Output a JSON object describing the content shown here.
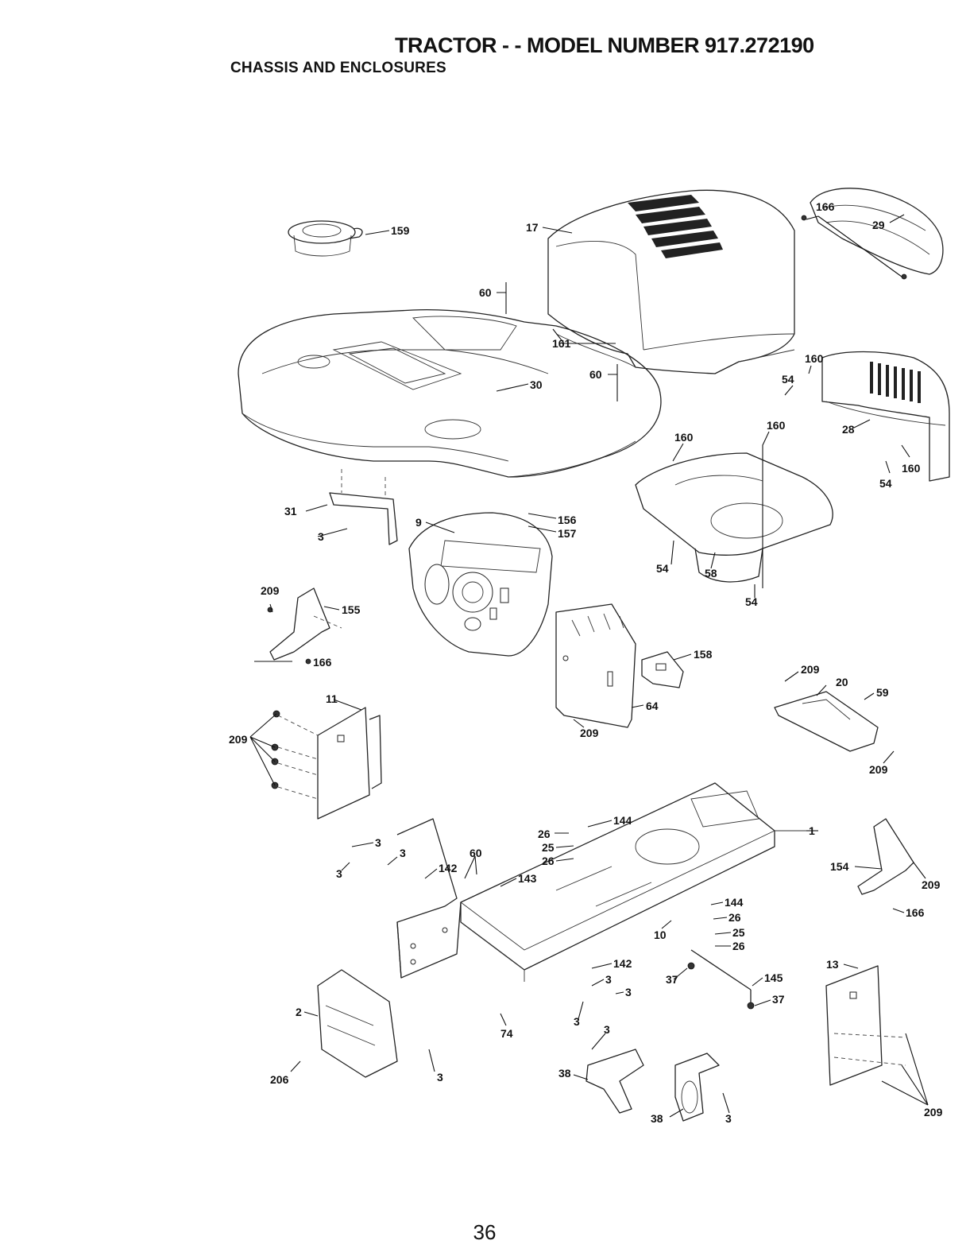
{
  "header": {
    "title": "TRACTOR - - MODEL NUMBER 917.272190",
    "subtitle": "CHASSIS AND ENCLOSURES"
  },
  "page": {
    "number": "36"
  },
  "callouts": {
    "c17": "17",
    "c29": "29",
    "c166a": "166",
    "c159": "159",
    "c60a": "60",
    "c161": "161",
    "c30": "30",
    "c60b": "60",
    "c160a": "160",
    "c54a": "54",
    "c28": "28",
    "c160b": "160",
    "c160c": "160",
    "c160d": "160",
    "c54b": "54",
    "c31": "31",
    "c3a": "3",
    "c9": "9",
    "c156": "156",
    "c157": "157",
    "c54c": "54",
    "c58": "58",
    "c54d": "54",
    "c209a": "209",
    "c155": "155",
    "c166b": "166",
    "c158": "158",
    "c209b": "209",
    "c20": "20",
    "c59": "59",
    "c11": "11",
    "c209c": "209",
    "c64": "64",
    "c209d": "209",
    "c209e": "209",
    "c1": "1",
    "c144a": "144",
    "c26a": "26",
    "c25a": "25",
    "c26b": "26",
    "c3b": "3",
    "c3c": "3",
    "c3d": "3",
    "c142a": "142",
    "c60c": "60",
    "c143": "143",
    "c154": "154",
    "c209f": "209",
    "c166c": "166",
    "c144b": "144",
    "c26c": "26",
    "c25b": "25",
    "c26d": "26",
    "c10": "10",
    "c142b": "142",
    "c3e": "3",
    "c3f": "3",
    "c3g": "3",
    "c37a": "37",
    "c145": "145",
    "c37b": "37",
    "c13": "13",
    "c2": "2",
    "c74": "74",
    "c3h": "3",
    "c206": "206",
    "c3i": "3",
    "c38a": "38",
    "c38b": "38",
    "c3j": "3",
    "c209g": "209"
  }
}
